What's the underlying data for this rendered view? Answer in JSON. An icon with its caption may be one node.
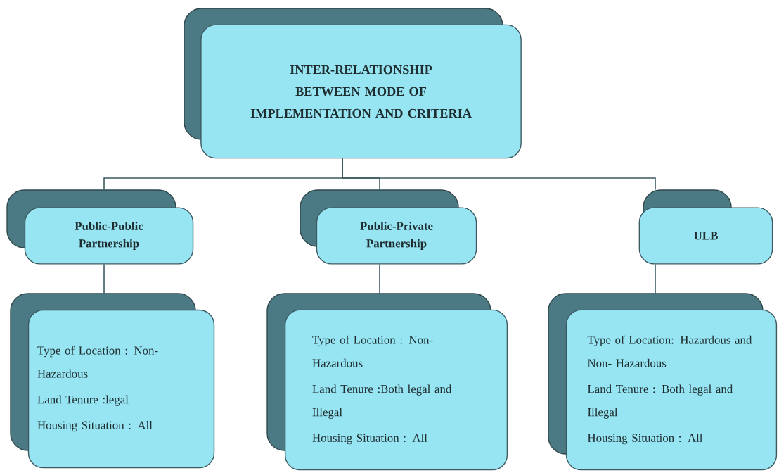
{
  "diagram": {
    "nodes": [
      {
        "text": [
          "INTER-RELATIONSHIP BETWEEN MODE OF IMPLEMENTATION AND CRITERIA"
        ]
      },
      {
        "text": [
          "Public-Public Partnership"
        ]
      },
      {
        "text": [
          "Public-Private Partnership"
        ]
      },
      {
        "text": [
          "ULB"
        ]
      },
      {
        "text": [
          "Type of Location : Non-Hazardous",
          "Land Tenure :legal",
          "Housing Situation : All"
        ]
      },
      {
        "text": [
          "Type of Location : Non-Hazardous",
          "Land Tenure :Both legal and Illegal",
          "Housing Situation : All"
        ]
      },
      {
        "text": [
          "Type of Location: Hazardous and Non- Hazardous",
          "Land Tenure : Both legal and Illegal",
          "Housing Situation : All"
        ]
      }
    ],
    "edges": [
      {
        "from": 0,
        "to": 1,
        "arrow": "none"
      },
      {
        "from": 0,
        "to": 2,
        "arrow": "none"
      },
      {
        "from": 0,
        "to": 3,
        "arrow": "none"
      },
      {
        "from": 1,
        "to": 4,
        "arrow": "none"
      },
      {
        "from": 2,
        "to": 5,
        "arrow": "none"
      },
      {
        "from": 3,
        "to": 6,
        "arrow": "none"
      }
    ]
  }
}
